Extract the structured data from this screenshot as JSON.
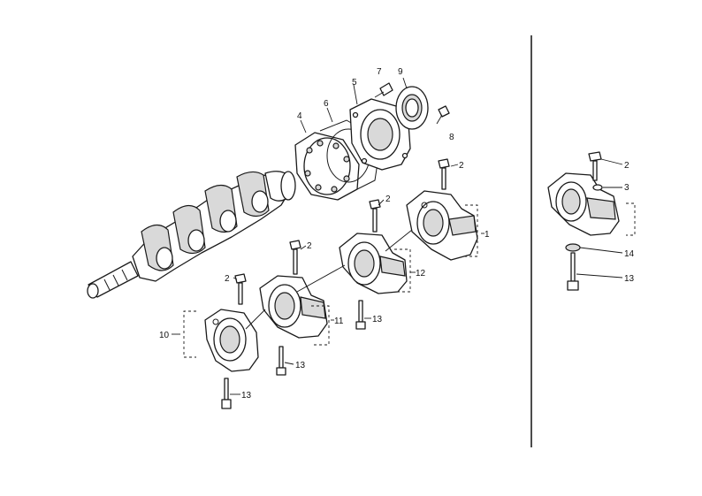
{
  "callouts": {
    "c1": "1",
    "c2a": "2",
    "c2b": "2",
    "c2c": "2",
    "c2d": "2",
    "c2r": "2",
    "c3r": "3",
    "c4": "4",
    "c5": "5",
    "c6": "6",
    "c7": "7",
    "c8": "8",
    "c9": "9",
    "c10": "10",
    "c11": "11",
    "c12": "12",
    "c13a": "13",
    "c13b": "13",
    "c13c": "13",
    "c13r": "13",
    "c14r": "14"
  }
}
